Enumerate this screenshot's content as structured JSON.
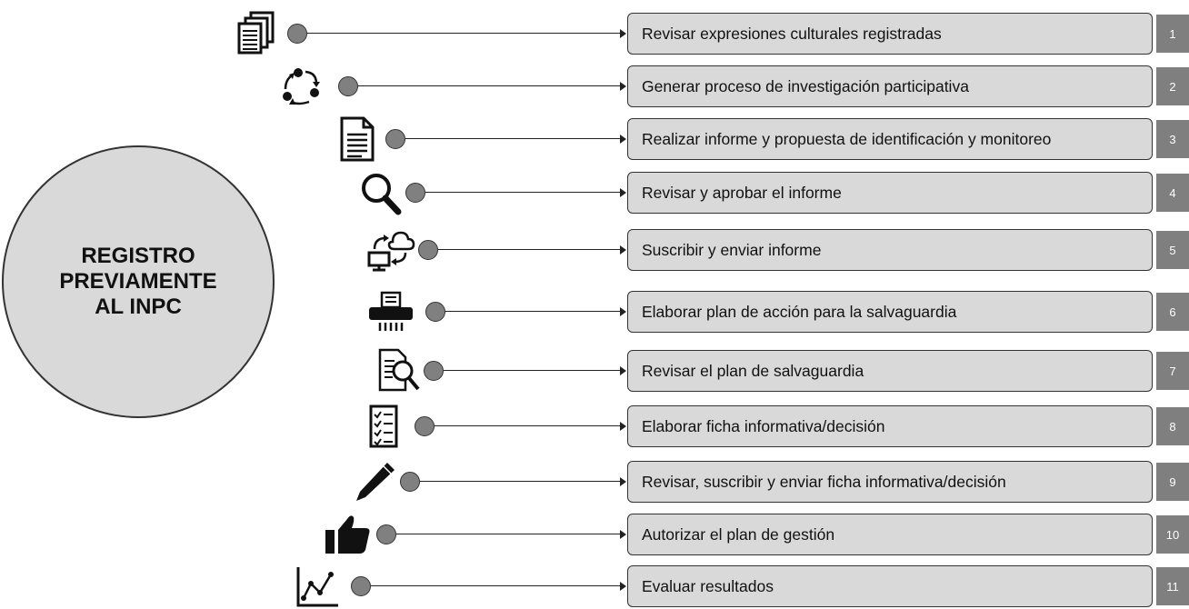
{
  "center_label": "REGISTRO\nPREVIAMENTE\nAL INPC",
  "colors": {
    "box_fill": "#d9d9d9",
    "number_fill": "#7f7f7f",
    "dot_fill": "#808080",
    "circle_fill": "#d9d9d9"
  },
  "steps": [
    {
      "num": "1",
      "label": "Revisar expresiones culturales registradas",
      "icon": "documents-stack-icon"
    },
    {
      "num": "2",
      "label": "Generar proceso de investigación participativa",
      "icon": "cycle-arrows-icon"
    },
    {
      "num": "3",
      "label": "Realizar informe y propuesta de identificación y monitoreo",
      "icon": "document-icon"
    },
    {
      "num": "4",
      "label": "Revisar y aprobar el informe",
      "icon": "magnifier-icon"
    },
    {
      "num": "5",
      "label": "Suscribir y enviar informe",
      "icon": "cloud-computer-sync-icon"
    },
    {
      "num": "6",
      "label": "Elaborar plan de acción para la salvaguardia",
      "icon": "shredder-printer-icon"
    },
    {
      "num": "7",
      "label": "Revisar el plan de salvaguardia",
      "icon": "document-search-icon"
    },
    {
      "num": "8",
      "label": "Elaborar ficha informativa/decisión",
      "icon": "checklist-icon"
    },
    {
      "num": "9",
      "label": "Revisar, suscribir y enviar ficha informativa/decisión",
      "icon": "pencil-icon"
    },
    {
      "num": "10",
      "label": "Autorizar el plan de gestión",
      "icon": "thumbs-up-icon"
    },
    {
      "num": "11",
      "label": "Evaluar resultados",
      "icon": "line-chart-icon"
    }
  ]
}
